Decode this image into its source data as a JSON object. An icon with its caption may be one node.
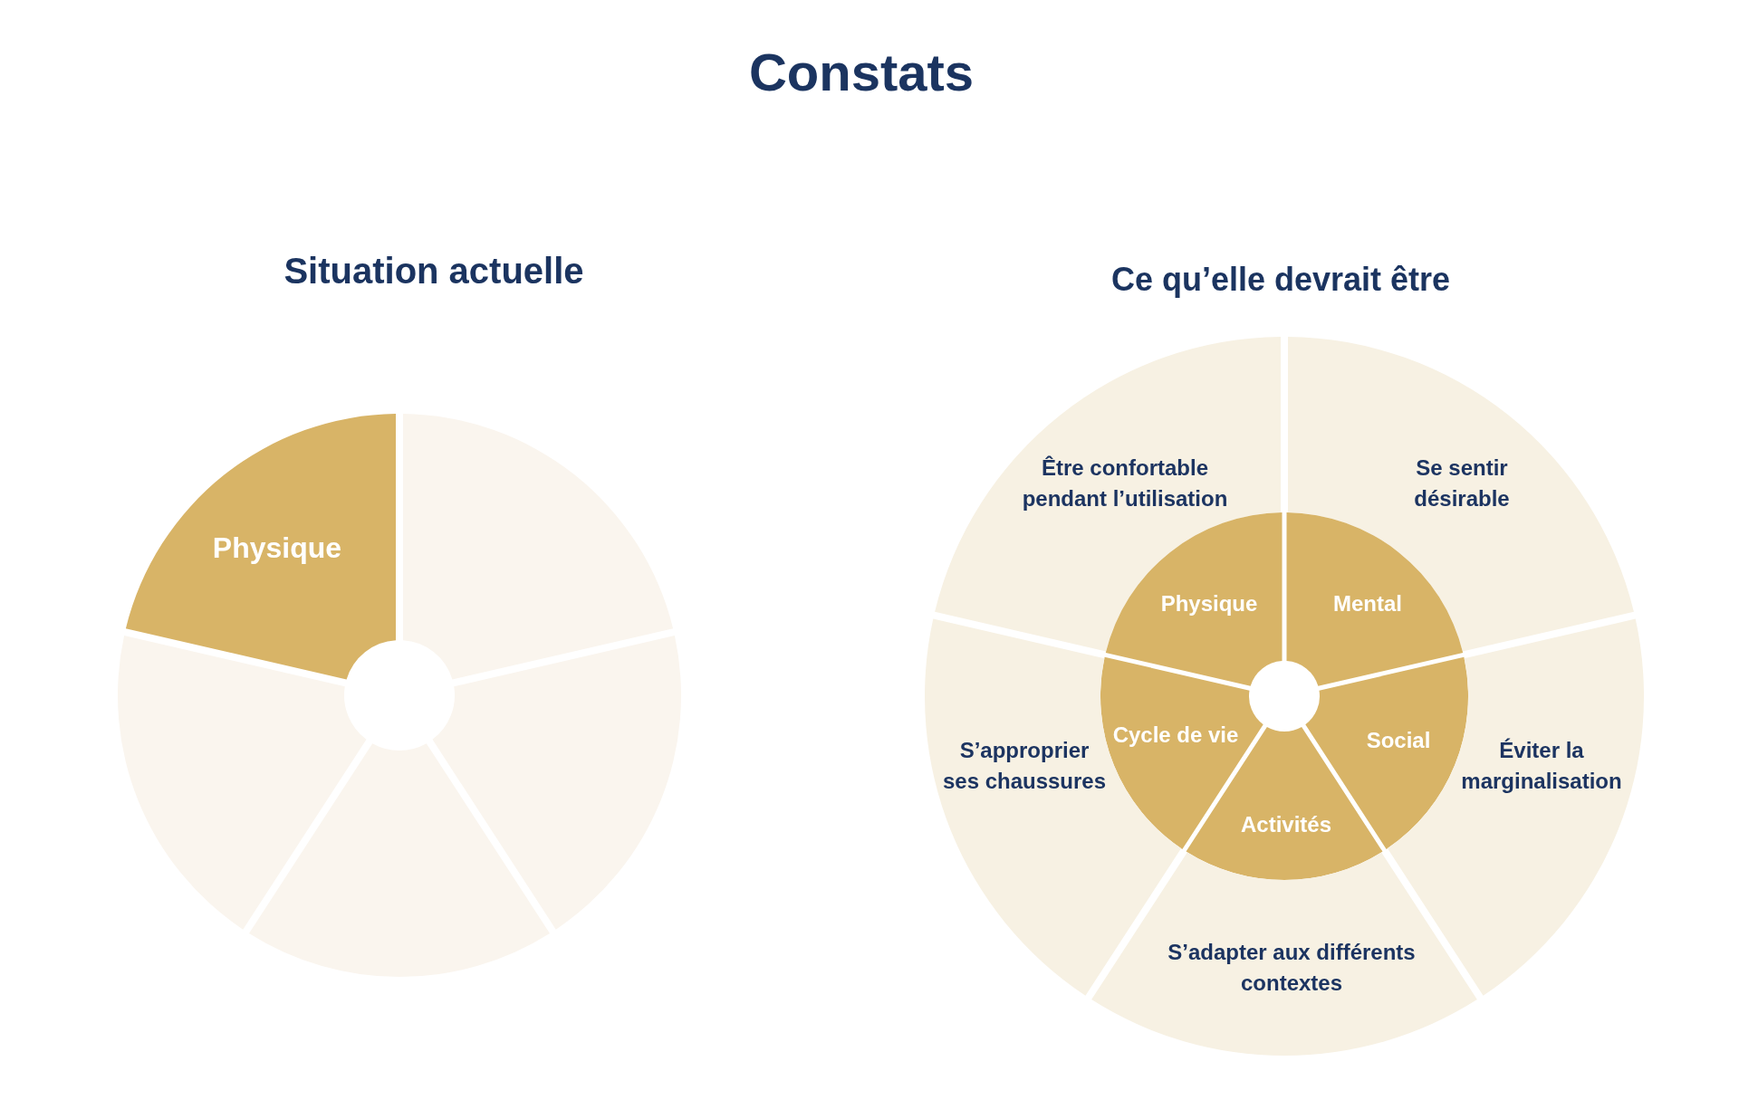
{
  "diagram": {
    "title": "Constats",
    "nodes": [
      {
        "text": [
          "Physique"
        ]
      },
      {
        "text": [],
        "shape": "wedge"
      },
      {
        "text": [],
        "shape": "wedge"
      },
      {
        "text": [],
        "shape": "wedge"
      },
      {
        "text": [],
        "shape": "wedge"
      },
      {
        "text": [
          "Être confortable pendant l’utilisation"
        ]
      },
      {
        "text": [
          "Se sentir désirable"
        ]
      },
      {
        "text": [
          "Physique"
        ]
      },
      {
        "text": [
          "Mental"
        ]
      },
      {
        "text": [
          "Cycle de vie"
        ]
      },
      {
        "text": [
          "Social"
        ]
      },
      {
        "text": [
          "S’approprier ses chaussures"
        ]
      },
      {
        "text": [
          "Éviter la marginalisation"
        ]
      },
      {
        "text": [
          "Activités"
        ]
      },
      {
        "text": [
          "S’adapter aux différents contextes"
        ]
      }
    ],
    "labels": [
      "Situation actuelle",
      "Ce qu’elle devrait être"
    ]
  }
}
